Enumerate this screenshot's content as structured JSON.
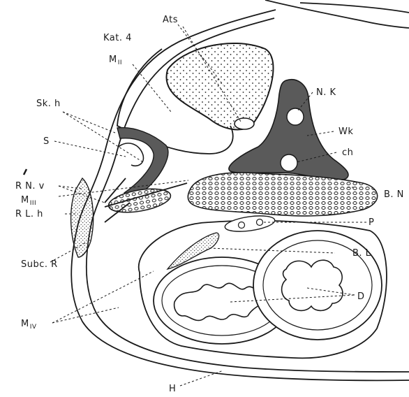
{
  "labels": {
    "ats": "Ats",
    "kat": "Kat. 4",
    "m2_main": "M",
    "m2_sub": "II",
    "nk": "N. K",
    "wk": "Wk",
    "ch": "ch",
    "skh": "Sk. h",
    "s": "S",
    "bn": "B. N",
    "rnv": "R N. v",
    "m3_main": "M",
    "m3_sub": "III",
    "rlh": "R L. h",
    "p": "P",
    "subcr": "Subc. R",
    "bl": "B. L",
    "d": "D",
    "m4_main": "M",
    "m4_sub": "IV",
    "h": "H"
  },
  "colors": {
    "ink": "#1a1a1a",
    "dark_tissue": "#5a5a5a",
    "background": "#ffffff"
  }
}
